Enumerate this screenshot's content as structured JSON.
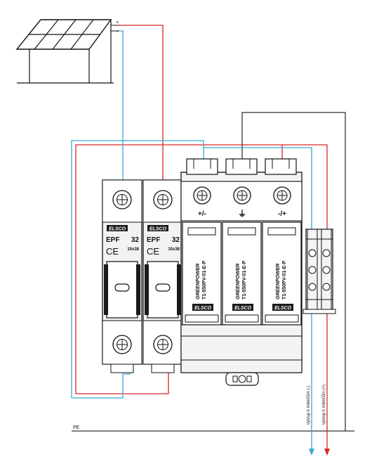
{
  "colors": {
    "wire_positive": "#d9262b",
    "wire_negative": "#3aa9d1",
    "wire_earth": "#333333",
    "module_body": "#eeeeee",
    "module_dark": "#222222",
    "outline": "#111111"
  },
  "solar_panel": {
    "plus_label": "+",
    "minus_label": "-"
  },
  "fuses": [
    {
      "brand": "ELSCO",
      "model": "EPF",
      "rating": "32",
      "size": "10x38",
      "ce_mark": "CE"
    },
    {
      "brand": "ELSCO",
      "model": "EPF",
      "rating": "32",
      "size": "10x38",
      "ce_mark": "CE"
    }
  ],
  "surge_arrester": {
    "terminal_labels": [
      "+/-",
      "⏚",
      "-/+"
    ],
    "modules": [
      {
        "brand_text": "GREENPOWER",
        "model_text": "T1-550PV-01-E-P",
        "logo": "ELSCO"
      },
      {
        "brand_text": "GREENPOWER",
        "model_text": "T1-550PV-01-E-P",
        "logo": "ELSCO"
      },
      {
        "brand_text": "GREENPOWER",
        "model_text": "T1-550PV-01-E-P",
        "logo": "ELSCO"
      }
    ]
  },
  "outputs": {
    "negative_label": "výstup k měničům (-)",
    "positive_label": "výstup k měničům (+)"
  },
  "pe_label": "PE"
}
